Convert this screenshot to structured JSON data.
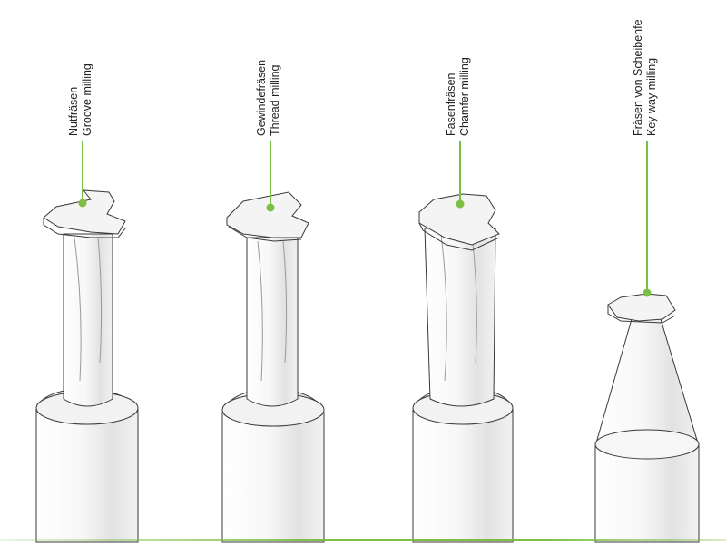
{
  "labels": [
    {
      "de": "Nutfräsen",
      "en": "Groove milling"
    },
    {
      "de": "Gewindefräsen",
      "en": "Thread milling"
    },
    {
      "de": "Fasenfräsen",
      "en": "Chamfer milling"
    },
    {
      "de": "Fräsen von Scheibenfe",
      "en": "Key way milling"
    }
  ],
  "colors": {
    "leader": "#7cbf44",
    "outline": "#3a3a3a",
    "fill": "#f4f4f4",
    "shade": "#dcdcdc",
    "accent_line": "#7cbf44"
  }
}
